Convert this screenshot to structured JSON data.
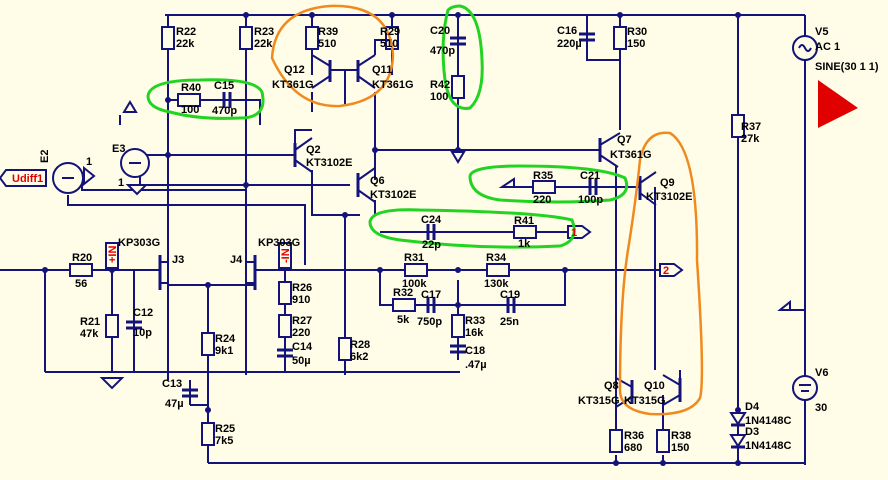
{
  "labels": {
    "r22": "R22",
    "r22v": "22k",
    "r23": "R23",
    "r23v": "22k",
    "r39": "R39",
    "r39v": "510",
    "r29": "R29",
    "r29v": "510",
    "c20": "C20",
    "c20v": "470p",
    "r42": "R42",
    "r42v": "100",
    "c16": "C16",
    "c16v": "220µ",
    "r30": "R30",
    "r30v": "150",
    "v5": "V5",
    "v5v": "AC 1",
    "v5s": "SINE(30 1 1)",
    "q12": "Q12",
    "q12v": "KT361G",
    "q11": "Q11",
    "q11v": "KT361G",
    "r40": "R40",
    "r40v": "100",
    "c15": "C15",
    "c15v": "470p",
    "r37": "R37",
    "r37v": "27k",
    "e3": "E3",
    "e3v": "1",
    "q2": "Q2",
    "q2v": "KT3102E",
    "q7": "Q7",
    "q7v": "KT361G",
    "e2": "E2",
    "udiff1": "Udiff1",
    "q6": "Q6",
    "q6v": "KT3102E",
    "r35": "R35",
    "r35v": "220",
    "c21": "C21",
    "c21v": "100p",
    "q9": "Q9",
    "q9v": "KT3102E",
    "c24": "C24",
    "c24v": "22p",
    "r41": "R41",
    "r41v": "1k",
    "r20": "R20",
    "r20v": "56",
    "j3": "J3",
    "j3v": "KP303G",
    "j4": "J4",
    "j4v": "KP303G",
    "r31": "R31",
    "r31v": "100k",
    "r34": "R34",
    "r34v": "130k",
    "r26": "R26",
    "r26v": "910",
    "r32": "R32",
    "r32v": "5k",
    "c17": "C17",
    "c17v": "750p",
    "c19": "C19",
    "c19v": "25n",
    "r21": "R21",
    "r21v": "47k",
    "c12": "C12",
    "c12v": "10p",
    "r27": "R27",
    "r27v": "220",
    "r33": "R33",
    "r33v": "16k",
    "r24": "R24",
    "r24v": "9k1",
    "c14": "C14",
    "c14v": "50µ",
    "r28": "R28",
    "r28v": "6k2",
    "c18": "C18",
    "c18v": ".47µ",
    "c13": "C13",
    "c13v": "47µ",
    "q8": "Q8",
    "q8v": "KT315G",
    "q10": "Q10",
    "q10v": "KT315G",
    "v6": "V6",
    "v6v": "30",
    "d4": "D4",
    "d4v": "1N4148C",
    "d3": "D3",
    "d3v": "1N4148C",
    "r25": "R25",
    "r25v": "7k5",
    "r36": "R36",
    "r36v": "680",
    "r38": "R38",
    "r38v": "150",
    "plus_in": "+IN",
    "minus_in": "-IN",
    "net1": "1",
    "net2": "2",
    "one": "1"
  },
  "colors": {
    "wire": "#13137a",
    "background": "#fffde8",
    "highlight_green": "#22d322",
    "highlight_orange": "#f08a1e",
    "signal_red": "#e00000"
  }
}
